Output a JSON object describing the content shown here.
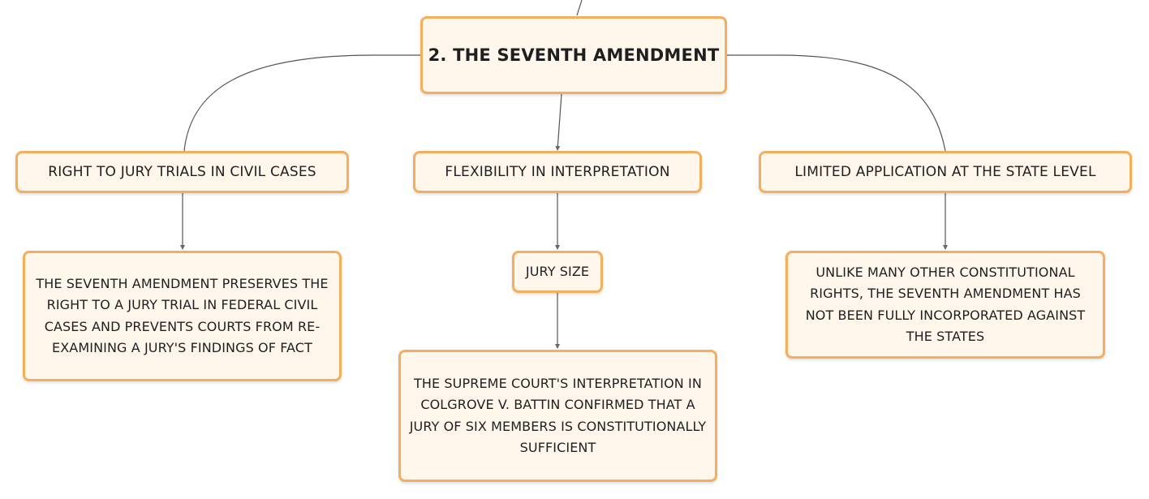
{
  "diagram": {
    "root": {
      "label": "2. The Seventh Amendment"
    },
    "branches": [
      {
        "label": "Right to jury trials in civil cases",
        "child": "The Seventh Amendment preserves the right to a jury trial in federal civil cases and prevents courts from re-examining a jury's findings of fact"
      },
      {
        "label": "Flexibility in interpretation",
        "child": "Jury size",
        "grandchild": "The Supreme Court's interpretation in Colgrove v. Battin confirmed that a jury of six members is constitutionally sufficient"
      },
      {
        "label": "Limited application at the state level",
        "child": "Unlike many other constitutional rights, the Seventh Amendment has not been fully incorporated against the states"
      }
    ]
  },
  "style": {
    "node_fill": "#fff6ec",
    "node_border": "#f5ae5b",
    "connector": "#555555"
  }
}
